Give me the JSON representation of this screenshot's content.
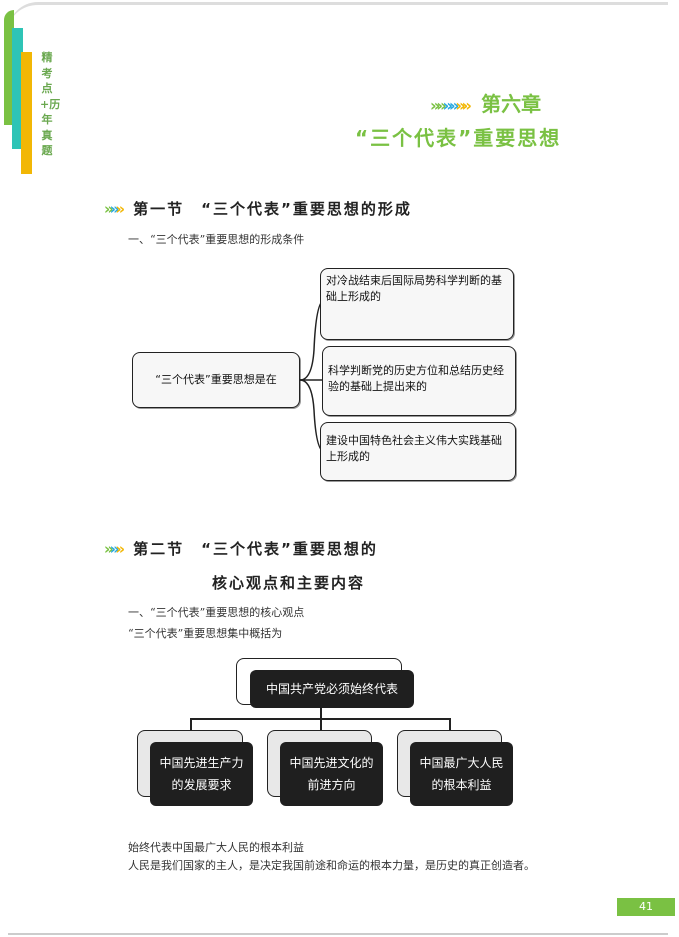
{
  "sidebar": {
    "label": "精考点+历年真题"
  },
  "chapter": {
    "number": "第六章",
    "title": "“三个代表”重要思想"
  },
  "section1": {
    "heading": "第一节　“三个代表”重要思想的形成",
    "subheading": "一、“三个代表”重要思想的形成条件",
    "diagram": {
      "root": "“三个代表”重要思想是在",
      "branches": [
        "对冷战结束后国际局势科学判断的基础上形成的",
        "科学判断党的历史方位和总结历史经验的基础上提出来的",
        "建设中国特色社会主义伟大实践基础上形成的"
      ]
    }
  },
  "section2": {
    "heading_line1": "第二节　“三个代表”重要思想的",
    "heading_line2": "核心观点和主要内容",
    "subheading": "一、“三个代表”重要思想的核心观点",
    "intro": "“三个代表”重要思想集中概括为",
    "diagram": {
      "root": "中国共产党必须始终代表",
      "children": [
        "中国先进生产力的发展要求",
        "中国先进文化的前进方向",
        "中国最广大人民的根本利益"
      ]
    },
    "para_title": "始终代表中国最广大人民的根本利益",
    "para_text": "人民是我们国家的主人，是决定我国前途和命运的根本力量，是历史的真正创造者。"
  },
  "page_number": "41"
}
